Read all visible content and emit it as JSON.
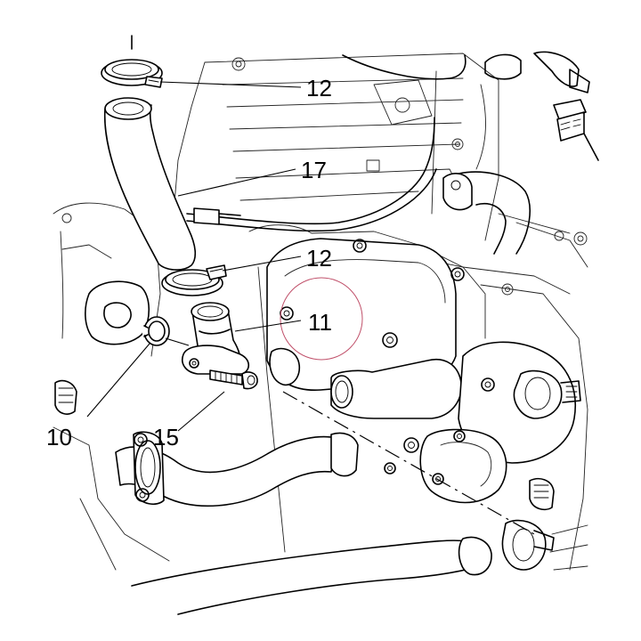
{
  "callouts": {
    "c12a": "12",
    "c17": "17",
    "c12b": "12",
    "c11": "11",
    "c10": "10",
    "c15": "15"
  },
  "colors": {
    "line": "#000000",
    "background": "#ffffff",
    "highlight_circle": "#c0506a"
  }
}
